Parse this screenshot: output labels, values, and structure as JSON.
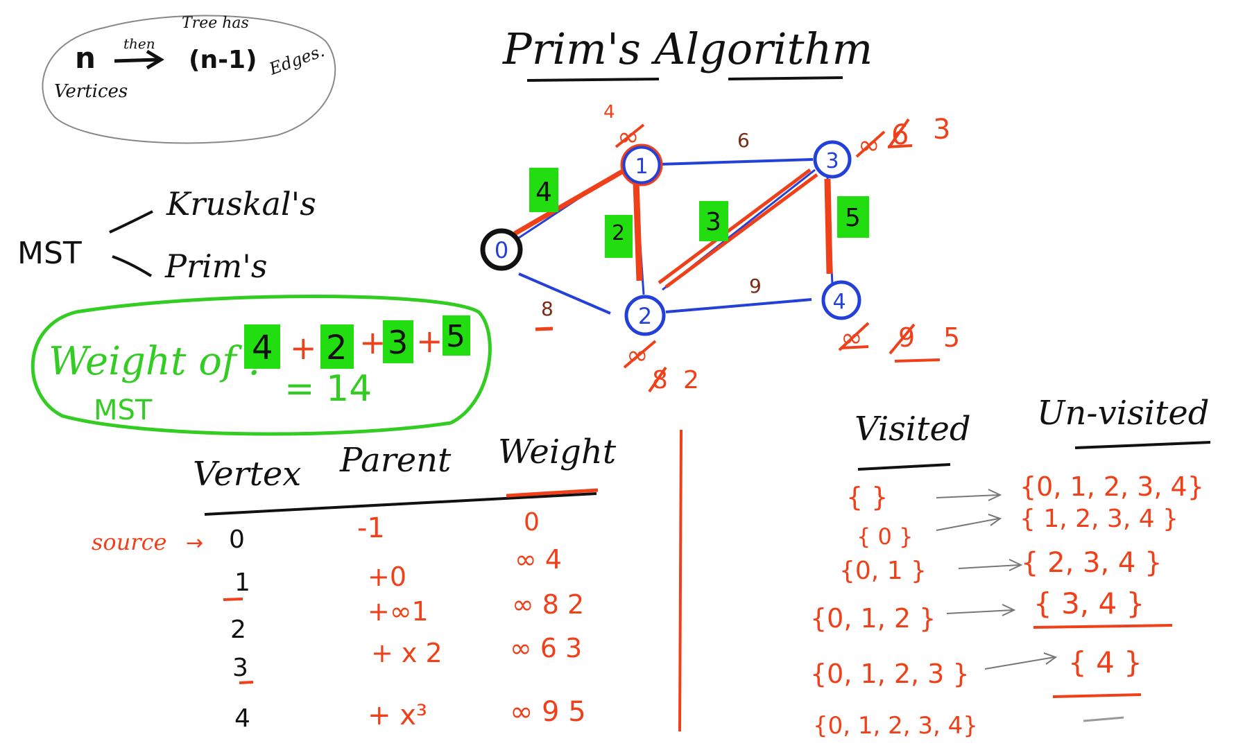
{
  "title": "Prim's Algorithm",
  "colors": {
    "black": "#111111",
    "blue": "#2340d8",
    "red": "#f0401a",
    "green_fill": "#22dd10",
    "green_text": "#33cc22",
    "gray": "#777777"
  },
  "note": {
    "n": "n",
    "then": "then",
    "tree_has": "Tree has",
    "n_minus_1": "(n-1)",
    "edges": "Edges.",
    "vertices": "Vertices"
  },
  "mst": {
    "label": "MST",
    "kruskal": "Kruskal's",
    "prim": "Prim's"
  },
  "weight_box": {
    "label": "Weight of :",
    "sublabel": "MST",
    "terms": [
      "4",
      "2",
      "3",
      "5"
    ],
    "plus": "+",
    "total": "= 14"
  },
  "graph": {
    "nodes": [
      {
        "id": "0",
        "notes": []
      },
      {
        "id": "1",
        "notes": [
          "4",
          "∞"
        ]
      },
      {
        "id": "2",
        "notes": [
          "∞",
          "8",
          "2"
        ]
      },
      {
        "id": "3",
        "notes": [
          "∞",
          "6",
          "3"
        ]
      },
      {
        "id": "4",
        "notes": [
          "∞",
          "9",
          "5"
        ]
      }
    ],
    "edges": [
      {
        "from": "0",
        "to": "1",
        "weight": "4",
        "mst": true
      },
      {
        "from": "0",
        "to": "2",
        "weight": "8",
        "mst": false
      },
      {
        "from": "1",
        "to": "2",
        "weight": "2",
        "mst": true
      },
      {
        "from": "1",
        "to": "3",
        "weight": "6",
        "mst": false
      },
      {
        "from": "2",
        "to": "3",
        "weight": "3",
        "mst": true
      },
      {
        "from": "3",
        "to": "4",
        "weight": "5",
        "mst": true
      },
      {
        "from": "2",
        "to": "4",
        "weight": "9",
        "mst": false
      }
    ]
  },
  "table": {
    "headers": [
      "Vertex",
      "Parent",
      "Weight"
    ],
    "source_label": "source",
    "rows": [
      {
        "vertex": "0",
        "parent": "-1",
        "weight": "0"
      },
      {
        "vertex": "1",
        "parent": "+0",
        "weight": "∞ 4"
      },
      {
        "vertex": "2",
        "parent": "+∞1",
        "weight": "∞ 8 2"
      },
      {
        "vertex": "3",
        "parent": "+ x 2",
        "weight": "∞ 6 3"
      },
      {
        "vertex": "4",
        "parent": "+ x³",
        "weight": "∞ 9 5"
      }
    ]
  },
  "sets": {
    "visited_header": "Visited",
    "unvisited_header": "Un-visited",
    "visited": [
      "{ }",
      "{ 0 }",
      "{0, 1 }",
      "{0, 1, 2 }",
      "{0, 1, 2, 3 }",
      "{0, 1, 2, 3, 4}"
    ],
    "unvisited": [
      "{0, 1, 2, 3, 4}",
      "{ 1, 2, 3, 4 }",
      "{ 2, 3, 4 }",
      "{ 3, 4 }",
      "{ 4 }",
      ""
    ]
  }
}
